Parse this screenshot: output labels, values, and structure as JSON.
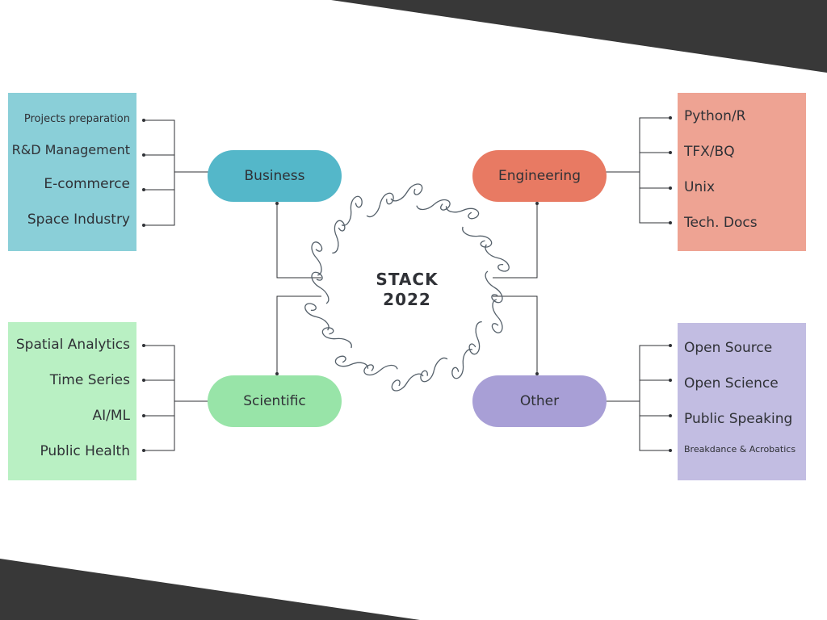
{
  "center": {
    "line1": "STACK",
    "line2": "2022"
  },
  "colors": {
    "business": "#54b7c9",
    "business_box": "#8acfd8",
    "engineering": "#e87a63",
    "engineering_box": "#eea393",
    "scientific": "#98e4a8",
    "scientific_box": "#b9f0c3",
    "other": "#a89fd6",
    "other_box": "#c2bde2",
    "corner": "#383838"
  },
  "business": {
    "label": "Business",
    "items": [
      "Projects preparation",
      "R&D Management",
      "E-commerce",
      "Space Industry"
    ]
  },
  "engineering": {
    "label": "Engineering",
    "items": [
      "Python/R",
      "TFX/BQ",
      "Unix",
      "Tech. Docs"
    ]
  },
  "scientific": {
    "label": "Scientific",
    "items": [
      "Spatial Analytics",
      "Time Series",
      "AI/ML",
      "Public Health"
    ]
  },
  "other": {
    "label": "Other",
    "items": [
      "Open Source",
      "Open Science",
      "Public Speaking",
      "Breakdance & Acrobatics"
    ]
  }
}
